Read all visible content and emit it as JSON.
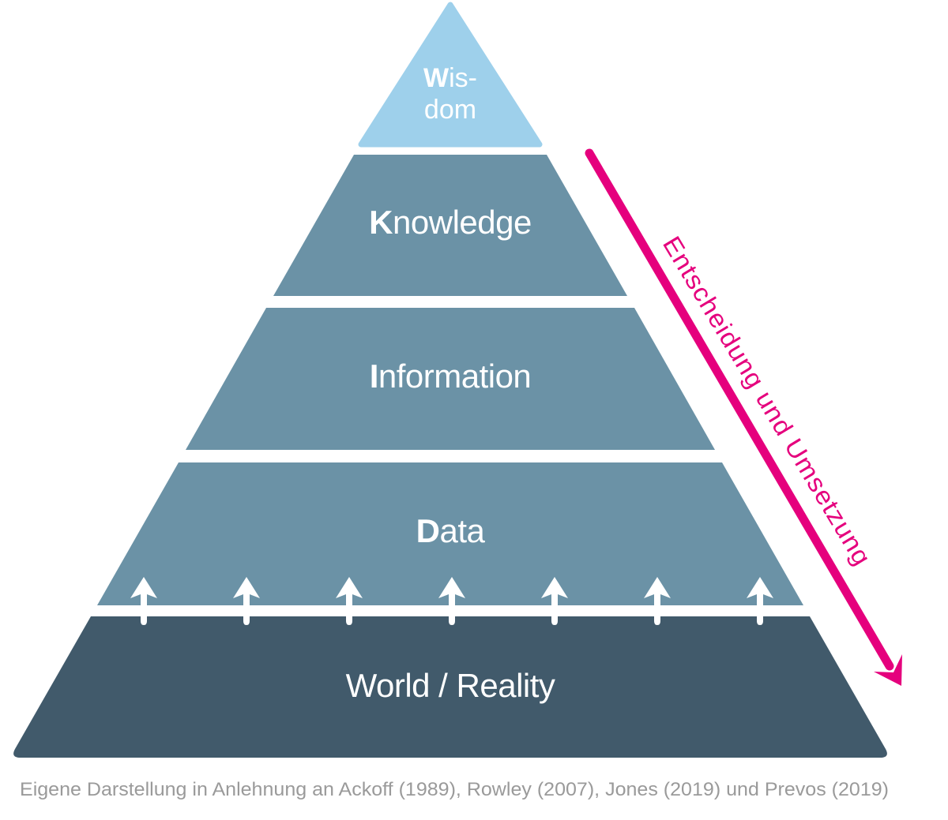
{
  "colors": {
    "wisdom_fill": "#9ed0eb",
    "layer_fill": "#6b92a6",
    "world_fill": "#415a6b",
    "label_text": "#ffffff",
    "magenta": "#e5007d",
    "arrow_white": "#ffffff",
    "caption_text": "#9a9a9a"
  },
  "pyramid": {
    "layers": [
      {
        "id": "wisdom",
        "line1_bold": "W",
        "line1_rest": "is-",
        "line2": "dom"
      },
      {
        "id": "knowledge",
        "bold": "K",
        "rest": "nowledge"
      },
      {
        "id": "information",
        "bold": "I",
        "rest": "nformation"
      },
      {
        "id": "data",
        "bold": "D",
        "rest": "ata"
      },
      {
        "id": "world",
        "label": "World / Reality"
      }
    ]
  },
  "upward_arrows": {
    "count": 7
  },
  "annotation_arrow": {
    "label": "Entscheidung und Umsetzung"
  },
  "caption": "Eigene Darstellung in Anlehnung an Ackoff (1989), Rowley (2007), Jones (2019) und Prevos (2019)"
}
